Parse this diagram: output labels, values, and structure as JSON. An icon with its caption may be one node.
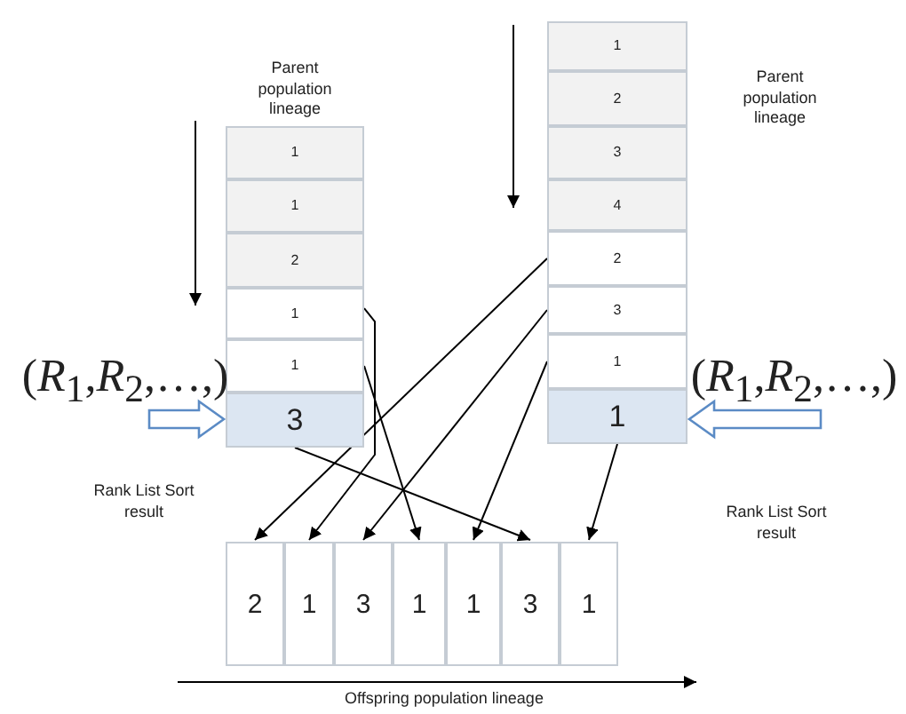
{
  "diagram": {
    "nodes": [
      {
        "text": [
          "1"
        ]
      },
      {
        "text": [
          "1"
        ]
      },
      {
        "text": [
          "2"
        ]
      },
      {
        "text": [
          "1"
        ]
      },
      {
        "text": [
          "1"
        ]
      },
      {
        "text": [
          "3"
        ]
      },
      {
        "text": [
          "1"
        ]
      },
      {
        "text": [
          "2"
        ]
      },
      {
        "text": [
          "3"
        ]
      },
      {
        "text": [
          "4"
        ]
      },
      {
        "text": [
          "2"
        ]
      },
      {
        "text": [
          "3"
        ]
      },
      {
        "text": [
          "1"
        ]
      },
      {
        "text": [
          "1"
        ]
      },
      {
        "text": [
          "2"
        ]
      },
      {
        "text": [
          "1"
        ]
      },
      {
        "text": [
          "3"
        ]
      },
      {
        "text": [
          "1"
        ]
      },
      {
        "text": [
          "1"
        ]
      },
      {
        "text": [
          "3"
        ]
      },
      {
        "text": [
          "1"
        ]
      }
    ],
    "edges": [
      {
        "from": 3,
        "to": 15,
        "arrow": "to"
      },
      {
        "from": 4,
        "to": 17,
        "arrow": "to"
      },
      {
        "from": 5,
        "to": 19,
        "arrow": "to"
      },
      {
        "from": 10,
        "to": 14,
        "arrow": "to"
      },
      {
        "from": 11,
        "to": 16,
        "arrow": "to"
      },
      {
        "from": 12,
        "to": 18,
        "arrow": "to"
      },
      {
        "from": 13,
        "to": 20,
        "arrow": "to"
      },
      {
        "from": null,
        "to": 5,
        "arrow": "to",
        "style": "thick",
        "color": "#5b8bc5"
      },
      {
        "from": null,
        "to": 13,
        "arrow": "to",
        "style": "thick",
        "color": "#5b8bc5"
      }
    ],
    "labels": [
      "Parent population lineage",
      "Parent population lineage",
      "(*R*$_{1}$,*R*$_{2}$,…,)",
      "(*R*$_{1}$,*R*$_{2}$,…,)",
      "Rank List Sort result",
      "Rank List Sort result",
      "Offspring population lineage"
    ]
  }
}
